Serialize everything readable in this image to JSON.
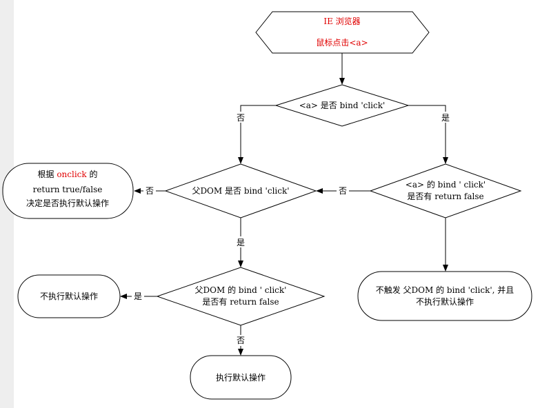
{
  "nodes": {
    "start": {
      "line1": "IE 浏览器",
      "line2": "鼠标点击<a>"
    },
    "q1": {
      "text": "<a> 是否 bind 'click'"
    },
    "q2": {
      "text": "父DOM 是否 bind 'click'"
    },
    "q3": {
      "line1": "<a> 的 bind ' click'",
      "line2": "是否有 return false"
    },
    "r1": {
      "line1a": "根据 ",
      "line1b": "onclick",
      "line1c": " 的",
      "line2": "return true/false",
      "line3": "决定是否执行默认操作"
    },
    "q4": {
      "line1": "父DOM 的 bind ' click'",
      "line2": "是否有 return false"
    },
    "r2": {
      "line1": "不触发 父DOM 的 bind 'click', 并且",
      "line2": "不执行默认操作"
    },
    "r3": {
      "text": "不执行默认操作"
    },
    "r4": {
      "text": "执行默认操作"
    }
  },
  "edges": {
    "q1_no": "否",
    "q1_yes": "是",
    "q2_no": "否",
    "q3_no": "否",
    "q2_yes": "是",
    "q4_yes": "是",
    "q4_no": "否"
  }
}
